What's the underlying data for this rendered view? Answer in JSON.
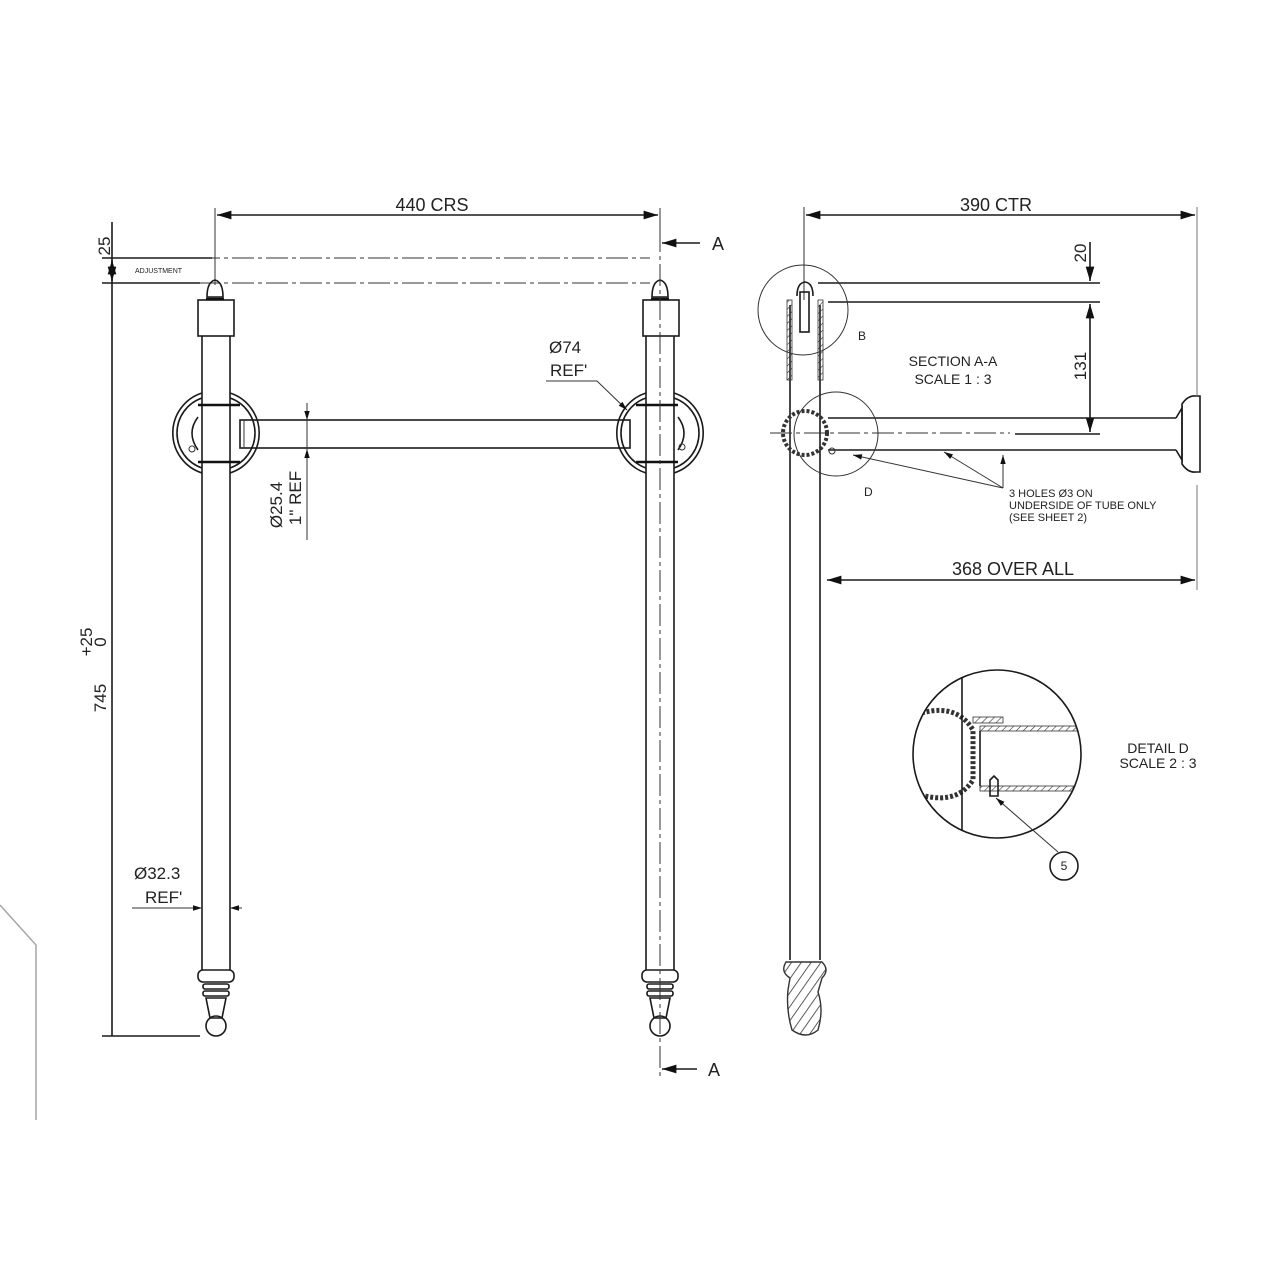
{
  "drawing": {
    "front_view": {
      "dim_width": "440  CRS",
      "dim_adjust": "25",
      "adjust_label": "ADJUSTMENT",
      "dim_height_main": "745",
      "dim_height_tol_plus": "+25",
      "dim_height_tol_minus": "0",
      "dia_ring": "Ø74",
      "dia_ring_ref": "REF'",
      "dia_rail": "Ø25.4",
      "dia_rail_ref": "1\" REF",
      "dia_leg": "Ø32.3",
      "dia_leg_ref": "REF'",
      "section_top": "A",
      "section_bottom": "A"
    },
    "section_view": {
      "dim_width": "390 CTR",
      "dim_top": "20",
      "dim_height": "131",
      "title": "SECTION A-A",
      "scale": "SCALE 1 : 3",
      "detail_b_label": "B",
      "detail_d_label": "D",
      "note_line1": "3 HOLES  Ø3 ON",
      "note_line2": "UNDERSIDE OF TUBE ONLY",
      "note_line3": "(SEE SHEET 2)",
      "dim_overall": "368  OVER ALL"
    },
    "detail_d": {
      "title": "DETAIL D",
      "scale": "SCALE 2 : 3",
      "balloon": "5"
    }
  }
}
